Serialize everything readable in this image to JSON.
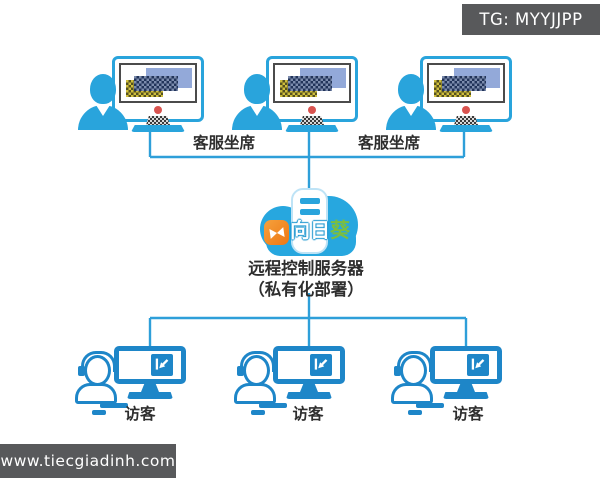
{
  "watermarks": {
    "telegram": "TG: MYYJJPP",
    "website": "www.tiecgiadinh.com"
  },
  "labels": {
    "agents": [
      "客服坐席",
      "客服坐席"
    ],
    "visitors": [
      "访客",
      "访客",
      "访客"
    ]
  },
  "server": {
    "line1": "远程控制服务器",
    "line2": "（私有化部署）"
  },
  "brand": {
    "white_part": "向日",
    "green_part": "葵"
  },
  "colors": {
    "agent_blue": "#29A4DC",
    "visitor_blue": "#1E86C8",
    "cloud_blue": "#27A7DF",
    "connector": "#2E9FD9",
    "badge_gray": "#58595B",
    "brand_green": "#7CBE3F",
    "chip_orange": "#ED7714",
    "camera_red": "#D9534F",
    "screen_periwinkle": "#93A9D9",
    "screen_navy": "#22345A",
    "screen_yellow": "#CFBF3D"
  }
}
